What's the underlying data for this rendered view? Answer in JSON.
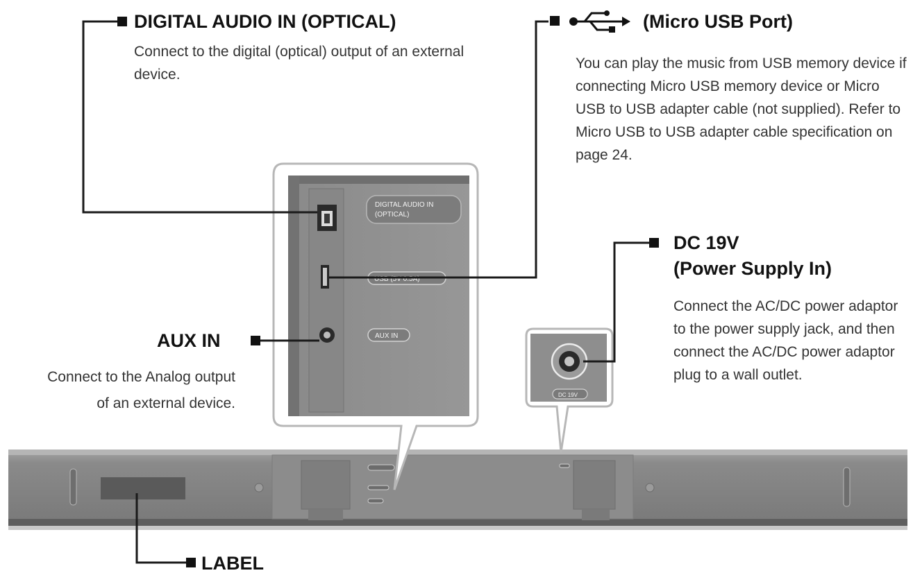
{
  "callouts": {
    "optical": {
      "title": "DIGITAL AUDIO IN (OPTICAL)",
      "description": "Connect to the digital (optical) output of an external device."
    },
    "usb": {
      "icon": "usb-icon",
      "title": "(Micro USB Port)",
      "description": "You can play the music from USB memory device if connecting Micro USB memory device or Micro USB to USB adapter cable (not supplied). Refer to Micro USB to USB adapter cable specification on page 24."
    },
    "dc": {
      "title_line1": "DC 19V",
      "title_line2": "(Power Supply In)",
      "description": "Connect the AC/DC power adaptor to the power supply jack, and then connect the AC/DC power adaptor plug to a wall outlet."
    },
    "aux": {
      "title": "AUX IN",
      "description_line1": "Connect to the Analog output",
      "description_line2": "of an external device."
    },
    "label": {
      "title": "LABEL"
    }
  },
  "panel_labels": {
    "optical_line1": "DIGITAL AUDIO IN",
    "optical_line2": "(OPTICAL)",
    "usb": "USB (5V 0.5A)",
    "aux": "AUX IN",
    "dc": "DC 19V"
  }
}
